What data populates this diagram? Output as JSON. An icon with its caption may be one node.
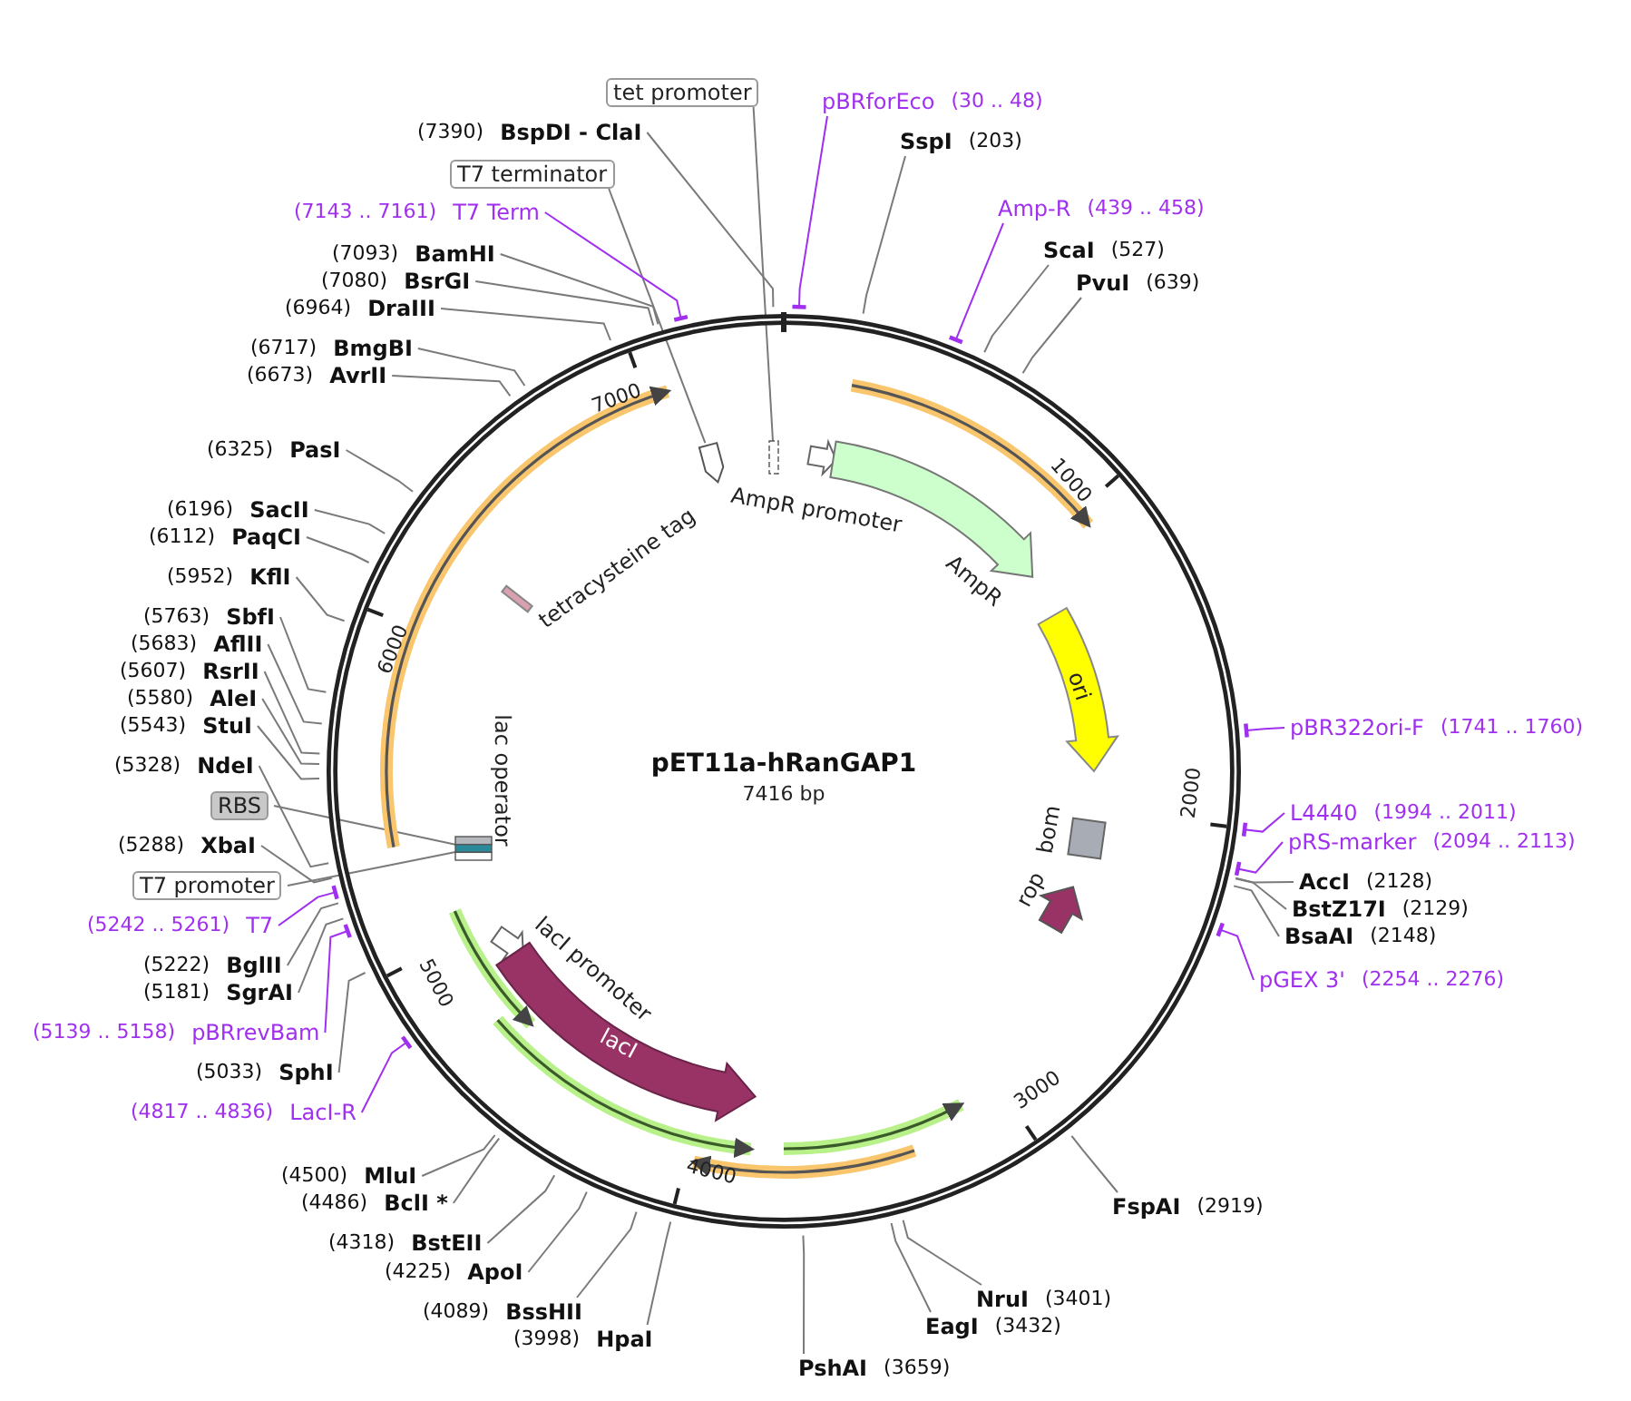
{
  "diagram": {
    "title": "pET11a-hRanGAP1",
    "nodes": [
      {
        "text": [
          "tet promoter"
        ]
      },
      {
        "text": [
          "pBRforEco",
          "(30 .. 48)"
        ]
      },
      {
        "text": [
          "(7390)",
          "BspDI - ClaI"
        ]
      },
      {
        "text": [
          "SspI",
          "(203)"
        ]
      },
      {
        "text": [
          "T7 terminator"
        ]
      },
      {
        "text": [
          "Amp-R",
          "(439 .. 458)"
        ]
      },
      {
        "text": [
          "(7143 .. 7161)",
          "T7 Term"
        ]
      },
      {
        "text": [
          "ScaI",
          "(527)"
        ]
      },
      {
        "text": [
          "(7093)",
          "BamHI"
        ]
      },
      {
        "text": [
          "PvuI",
          "(639)"
        ]
      },
      {
        "text": [
          "(7080)",
          "BsrGI"
        ]
      },
      {
        "text": [
          "(6964)",
          "DraIII"
        ]
      },
      {
        "text": [
          "(6717)",
          "BmgBI"
        ]
      },
      {
        "text": [
          "(6673)",
          "AvrII"
        ]
      },
      {
        "text": [
          "(6325)",
          "PasI"
        ]
      },
      {
        "text": [
          "(6196)",
          "SacII"
        ]
      },
      {
        "text": [
          "(6112)",
          "PaqCI"
        ]
      },
      {
        "text": [
          "(5952)",
          "KflI"
        ]
      },
      {
        "text": [
          "(5763)",
          "SbfI"
        ]
      },
      {
        "text": [
          "(5683)",
          "AflII"
        ]
      },
      {
        "text": [
          "(5607)",
          "RsrII"
        ]
      },
      {
        "text": [
          "(5580)",
          "AleI"
        ]
      },
      {
        "text": [
          "(5543)",
          "StuI"
        ]
      },
      {
        "text": [
          "pBR322ori-F",
          "(1741 .. 1760)"
        ]
      },
      {
        "text": [
          "(5328)",
          "NdeI"
        ]
      },
      {
        "text": [
          "RBS"
        ]
      },
      {
        "text": [
          "L4440",
          "(1994 .. 2011)"
        ]
      },
      {
        "text": [
          "pRS-marker",
          "(2094 .. 2113)"
        ]
      },
      {
        "text": [
          "(5288)",
          "XbaI"
        ]
      },
      {
        "text": [
          "AccI",
          "(2128)"
        ]
      },
      {
        "text": [
          "T7 promoter"
        ]
      },
      {
        "text": [
          "BstZ17I",
          "(2129)"
        ]
      },
      {
        "text": [
          "(5242 .. 5261)",
          "T7"
        ]
      },
      {
        "text": [
          "BsaAI",
          "(2148)"
        ]
      },
      {
        "text": [
          "(5222)",
          "BglII"
        ]
      },
      {
        "text": [
          "pGEX 3'",
          "(2254 .. 2276)"
        ]
      },
      {
        "text": [
          "(5181)",
          "SgrAI"
        ]
      },
      {
        "text": [
          "(5139 .. 5158)",
          "pBRrevBam"
        ]
      },
      {
        "text": [
          "(5033)",
          "SphI"
        ]
      },
      {
        "text": [
          "(4817 .. 4836)",
          "LacI-R"
        ]
      },
      {
        "text": [
          "(4500)",
          "MluI"
        ]
      },
      {
        "text": [
          "FspAI",
          "(2919)"
        ]
      },
      {
        "text": [
          "(4486)",
          "BclI *"
        ]
      },
      {
        "text": [
          "(4318)",
          "BstEII"
        ]
      },
      {
        "text": [
          "(4225)",
          "ApoI"
        ]
      },
      {
        "text": [
          "(4089)",
          "BssHII"
        ]
      },
      {
        "text": [
          "NruI",
          "(3401)"
        ]
      },
      {
        "text": [
          "(3998)",
          "HpaI"
        ]
      },
      {
        "text": [
          "EagI",
          "(3432)"
        ]
      },
      {
        "text": [
          "PshAI",
          "(3659)"
        ]
      },
      {
        "text": [
          "tetracysteine tag"
        ]
      },
      {
        "text": [
          "AmpR promoter"
        ]
      },
      {
        "text": [
          "AmpR"
        ]
      },
      {
        "text": [
          "ori"
        ]
      },
      {
        "text": [
          "lac operator"
        ]
      },
      {
        "text": [
          "bom"
        ]
      },
      {
        "text": [
          "rop"
        ]
      },
      {
        "text": [
          "lacI promoter"
        ]
      },
      {
        "text": [
          "lacI"
        ]
      },
      {
        "text": [],
        "shape": "box"
      },
      {
        "text": [],
        "shape": "arrow"
      },
      {
        "text": [],
        "shape": "box"
      }
    ],
    "edges": [
      {
        "from": 0,
        "to": 59,
        "arrow": "none"
      },
      {
        "from": 1,
        "to": null,
        "arrow": "other",
        "color": "#a02ff0"
      },
      {
        "from": 2,
        "to": null,
        "arrow": "none"
      },
      {
        "from": 3,
        "to": null,
        "arrow": "none"
      },
      {
        "from": 4,
        "to": 60,
        "arrow": "none"
      },
      {
        "from": 5,
        "to": null,
        "arrow": "other",
        "color": "#a02ff0"
      },
      {
        "from": 6,
        "to": null,
        "arrow": "other",
        "color": "#a02ff0"
      },
      {
        "from": 7,
        "to": null,
        "arrow": "none"
      },
      {
        "from": 8,
        "to": null,
        "arrow": "none"
      },
      {
        "from": 9,
        "to": null,
        "arrow": "none"
      },
      {
        "from": 10,
        "to": null,
        "arrow": "none"
      },
      {
        "from": 11,
        "to": null,
        "arrow": "none"
      },
      {
        "from": 12,
        "to": null,
        "arrow": "none"
      },
      {
        "from": 13,
        "to": null,
        "arrow": "none"
      },
      {
        "from": 14,
        "to": null,
        "arrow": "none"
      },
      {
        "from": 15,
        "to": null,
        "arrow": "none"
      },
      {
        "from": 16,
        "to": null,
        "arrow": "none"
      },
      {
        "from": 17,
        "to": null,
        "arrow": "none"
      },
      {
        "from": 18,
        "to": null,
        "arrow": "none"
      },
      {
        "from": 19,
        "to": null,
        "arrow": "none"
      },
      {
        "from": 20,
        "to": null,
        "arrow": "none"
      },
      {
        "from": 21,
        "to": null,
        "arrow": "none"
      },
      {
        "from": 22,
        "to": null,
        "arrow": "none"
      },
      {
        "from": 23,
        "to": null,
        "arrow": "other",
        "color": "#a02ff0"
      },
      {
        "from": 24,
        "to": null,
        "arrow": "none"
      },
      {
        "from": 25,
        "to": 61,
        "arrow": "none"
      },
      {
        "from": 26,
        "to": null,
        "arrow": "other",
        "color": "#a02ff0"
      },
      {
        "from": 27,
        "to": null,
        "arrow": "other",
        "color": "#a02ff0"
      },
      {
        "from": 28,
        "to": null,
        "arrow": "none"
      },
      {
        "from": 29,
        "to": null,
        "arrow": "none"
      },
      {
        "from": 30,
        "to": 61,
        "arrow": "none"
      },
      {
        "from": 31,
        "to": null,
        "arrow": "none"
      },
      {
        "from": 32,
        "to": null,
        "arrow": "other",
        "color": "#a02ff0"
      },
      {
        "from": 33,
        "to": null,
        "arrow": "none"
      },
      {
        "from": 34,
        "to": null,
        "arrow": "none"
      },
      {
        "from": 35,
        "to": null,
        "arrow": "other",
        "color": "#a02ff0"
      },
      {
        "from": 36,
        "to": null,
        "arrow": "none"
      },
      {
        "from": 37,
        "to": null,
        "arrow": "other",
        "color": "#a02ff0"
      },
      {
        "from": 38,
        "to": null,
        "arrow": "none"
      },
      {
        "from": 39,
        "to": null,
        "arrow": "other",
        "color": "#a02ff0"
      },
      {
        "from": 40,
        "to": null,
        "arrow": "none"
      },
      {
        "from": 41,
        "to": null,
        "arrow": "none"
      },
      {
        "from": 42,
        "to": null,
        "arrow": "none"
      },
      {
        "from": 43,
        "to": null,
        "arrow": "none"
      },
      {
        "from": 44,
        "to": null,
        "arrow": "none"
      },
      {
        "from": 45,
        "to": null,
        "arrow": "none"
      },
      {
        "from": 46,
        "to": null,
        "arrow": "none"
      },
      {
        "from": 47,
        "to": null,
        "arrow": "none"
      },
      {
        "from": 48,
        "to": null,
        "arrow": "none"
      },
      {
        "from": 49,
        "to": null,
        "arrow": "none"
      }
    ],
    "labels": [
      "7416 bp",
      "1000",
      "2000",
      "3000",
      "4000",
      "5000",
      "6000",
      "7000"
    ]
  }
}
